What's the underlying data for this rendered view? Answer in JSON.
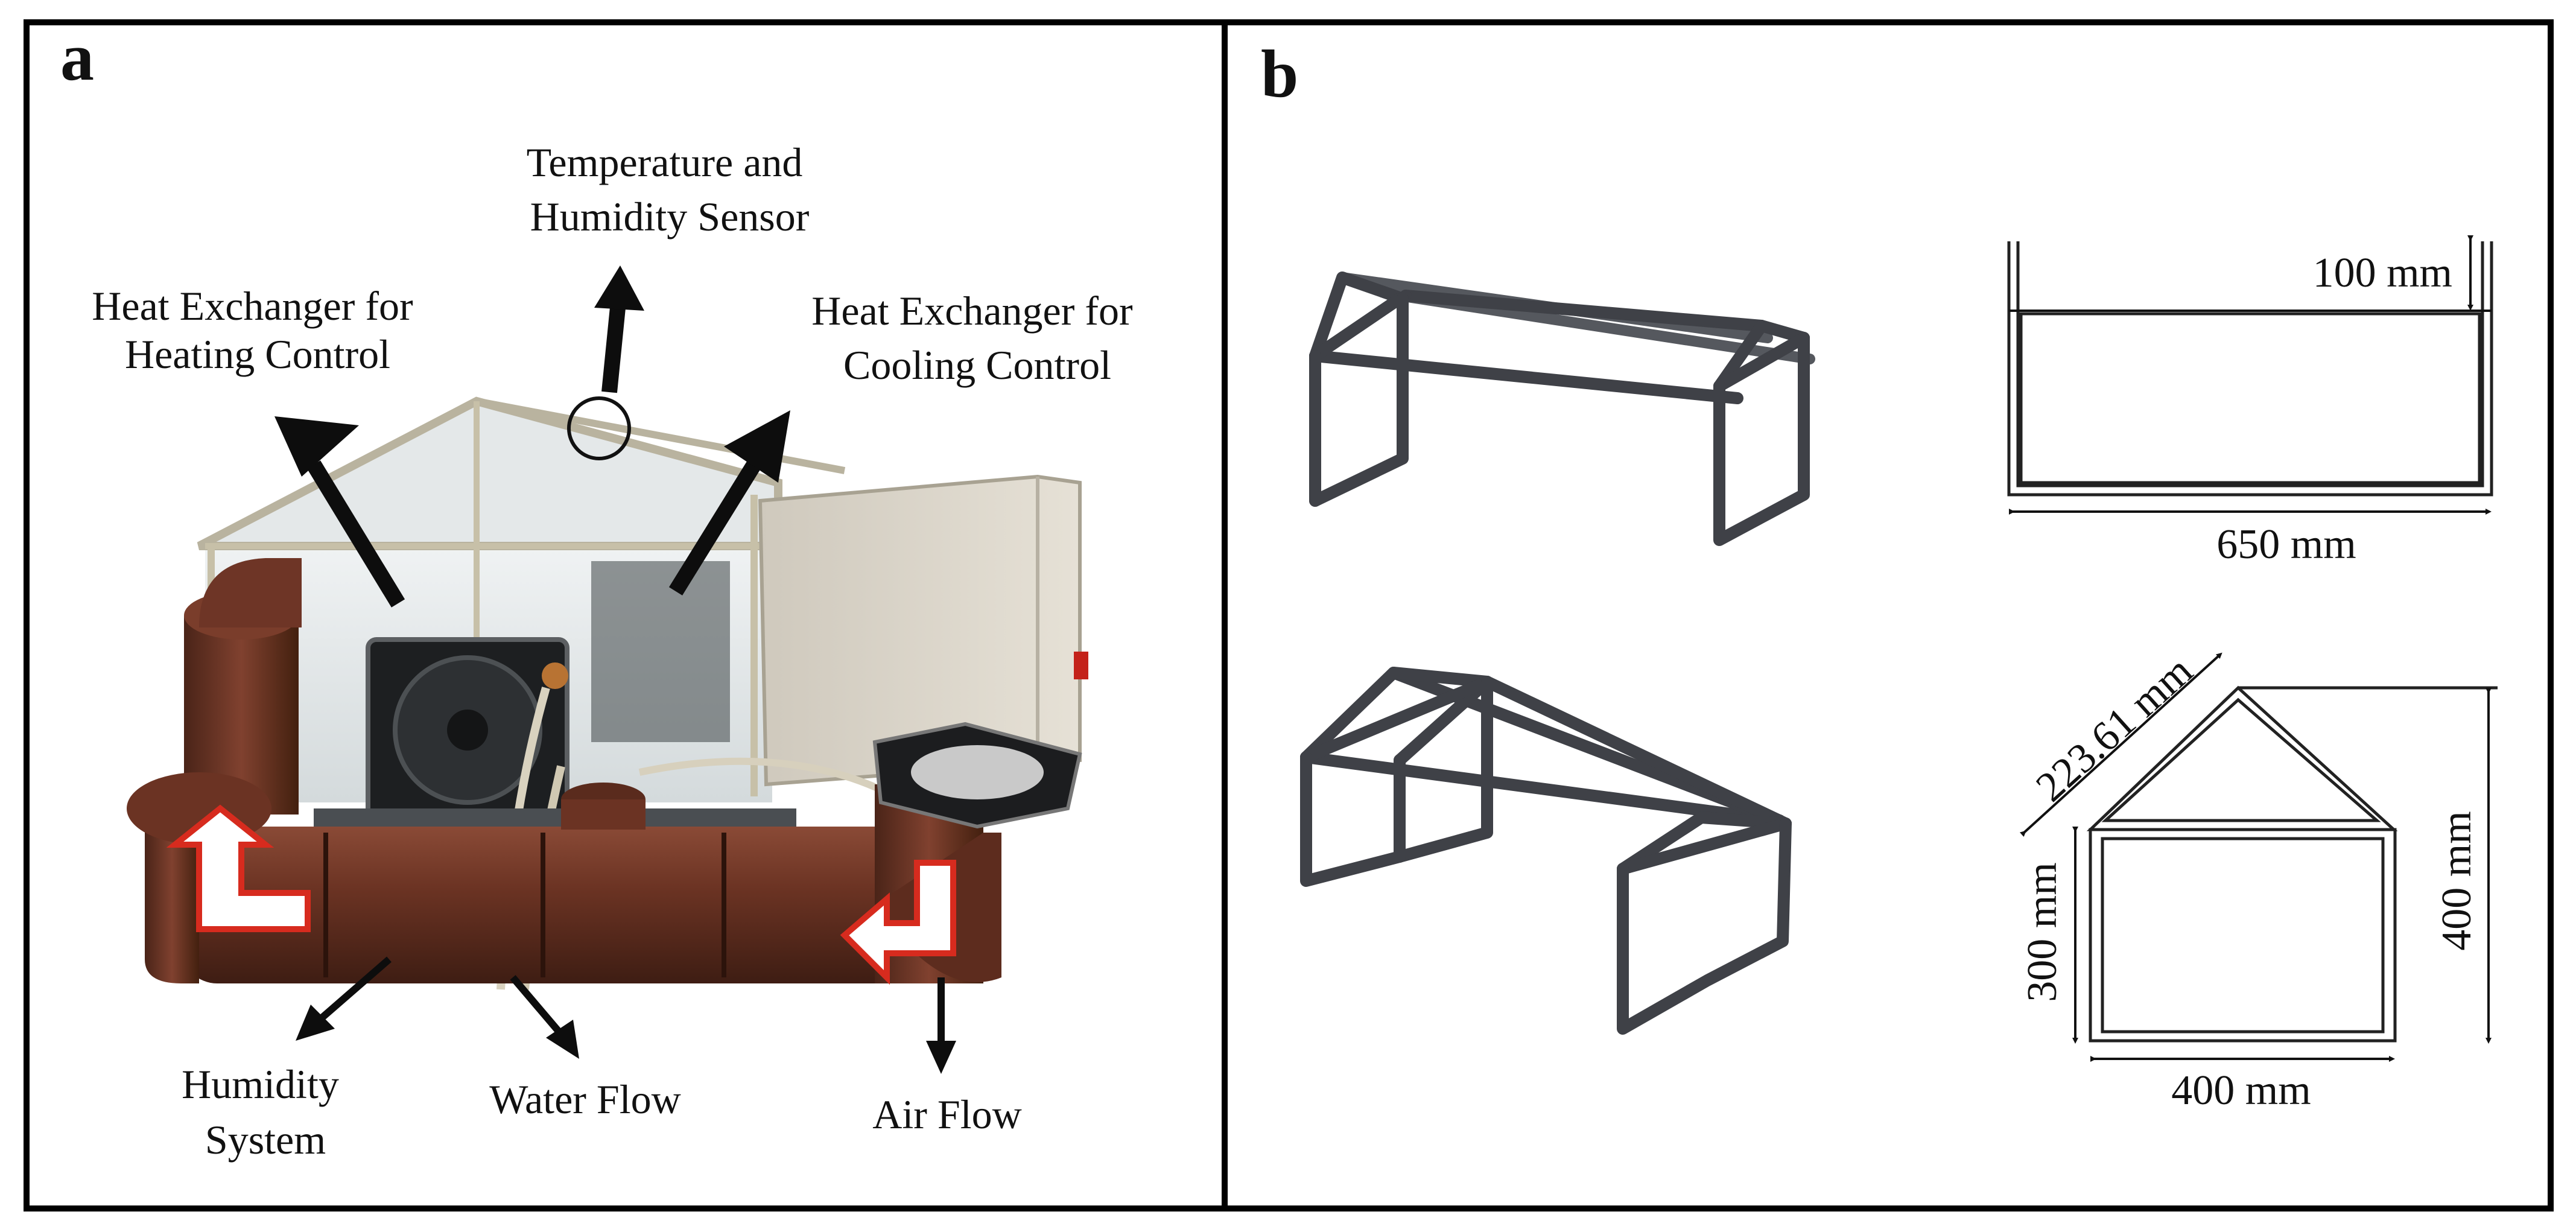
{
  "panel_a": {
    "letter": "a",
    "labels": {
      "temp_sensor": [
        "Temperature and",
        "Humidity Sensor"
      ],
      "heating_hx": [
        "Heat Exchanger for",
        "Heating Control"
      ],
      "cooling_hx": [
        "Heat Exchanger for",
        "Cooling Control"
      ],
      "humidity_system": [
        "Humidity",
        "System"
      ],
      "water_flow": "Water Flow",
      "air_flow": "Air Flow"
    }
  },
  "panel_b": {
    "letter": "b",
    "side_view": {
      "wall_height": "100 mm",
      "length": "650 mm"
    },
    "front_view": {
      "roof_slope": "223.61 mm",
      "wall_height": "300 mm",
      "total_height": "400 mm",
      "width": "400 mm"
    }
  }
}
